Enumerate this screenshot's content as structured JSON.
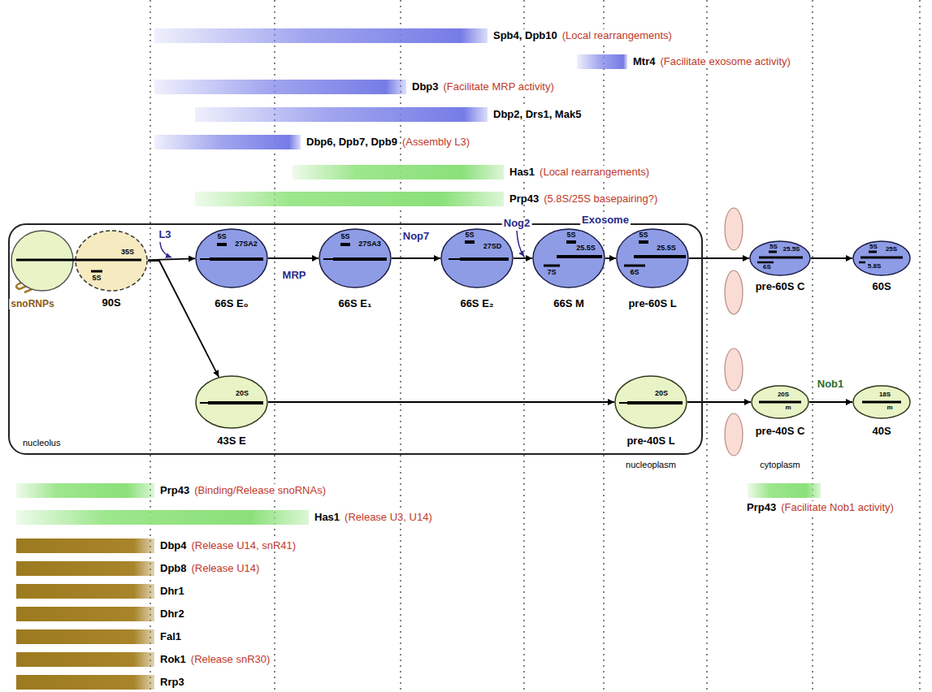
{
  "diagram": {
    "nodes": [
      {
        "text": [
          "Spb4, Dpb10",
          "(Local rearrangements)"
        ]
      },
      {
        "text": [
          "Mtr4",
          "(Facilitate exosome activity)"
        ]
      },
      {
        "text": [
          "Dbp3",
          "(Facilitate MRP activity)"
        ]
      },
      {
        "text": [
          "Dbp2, Drs1, Mak5"
        ]
      },
      {
        "text": [
          "Dbp6, Dpb7, Dpb9",
          "(Assembly L3)"
        ]
      },
      {
        "text": [
          "Has1",
          "(Local rearrangements)"
        ]
      },
      {
        "text": [
          "Prp43",
          "(5.8S/25S basepairing?)"
        ]
      },
      {
        "text": [
          "nucleolus"
        ]
      },
      {
        "text": [
          "35S",
          "5S",
          "90S"
        ],
        "in": 7
      },
      {
        "text": [
          "5S",
          "27SA2",
          "66S E₀"
        ],
        "in": 7
      },
      {
        "text": [
          "5S",
          "27SA3",
          "66S E₁"
        ],
        "in": 7
      },
      {
        "text": [
          "5S",
          "27SD",
          "66S  E₂"
        ],
        "in": 7
      },
      {
        "text": [
          "5S",
          "25.5S",
          "7S",
          "66S  M"
        ],
        "in": 7
      },
      {
        "text": [
          "5S",
          "25.5S",
          "6S",
          "pre-60S  L"
        ],
        "in": 7
      },
      {
        "text": [
          "5S",
          "25.5S",
          "6S",
          "pre-60S C"
        ]
      },
      {
        "text": [
          "5S",
          "25S",
          "5.8S",
          "60S"
        ]
      },
      {
        "text": [
          "20S",
          "43S E"
        ],
        "in": 7
      },
      {
        "text": [
          "20S",
          "pre-40S L"
        ],
        "in": 7
      },
      {
        "text": [
          "20S",
          "m",
          "pre-40S C"
        ]
      },
      {
        "text": [
          "18S",
          "m",
          "40S"
        ]
      },
      {
        "text": [
          "Prp43",
          "(Binding/Release snoRNAs)"
        ]
      },
      {
        "text": [
          "Prp43",
          "(Facilitate Nob1 activity)"
        ]
      },
      {
        "text": [
          "Has1",
          "(Release U3, U14)"
        ]
      },
      {
        "text": [
          "Dbp4",
          "(Release U14, snR41)"
        ]
      },
      {
        "text": [
          "Dpb8",
          "(Release U14)"
        ]
      },
      {
        "text": [
          "Dhr1"
        ]
      },
      {
        "text": [
          "Dhr2"
        ]
      },
      {
        "text": [
          "Fal1"
        ]
      },
      {
        "text": [
          "Rok1",
          "(Release snR30)"
        ]
      },
      {
        "text": [
          "Rrp3"
        ]
      }
    ],
    "edges": [
      {
        "from": 8,
        "to": 9,
        "arrow": "to",
        "label": "L3"
      },
      {
        "from": 8,
        "to": 16,
        "arrow": "to"
      },
      {
        "from": 9,
        "to": 10,
        "arrow": "to",
        "label": "MRP"
      },
      {
        "from": 10,
        "to": 11,
        "arrow": "to",
        "label": "Nop7"
      },
      {
        "from": 11,
        "to": 12,
        "arrow": "to",
        "label": "Nog2"
      },
      {
        "from": 12,
        "to": 13,
        "arrow": "to",
        "label": "Exosome"
      },
      {
        "from": 13,
        "to": 14,
        "arrow": "to"
      },
      {
        "from": 14,
        "to": 15,
        "arrow": "to"
      },
      {
        "from": 16,
        "to": 17,
        "arrow": "to"
      },
      {
        "from": 17,
        "to": 18,
        "arrow": "to"
      },
      {
        "from": 18,
        "to": 19,
        "arrow": "to",
        "label": "Nob1"
      }
    ],
    "labels": [
      "snoRNPs",
      "nucleoplasm",
      "cytoplasm"
    ]
  }
}
